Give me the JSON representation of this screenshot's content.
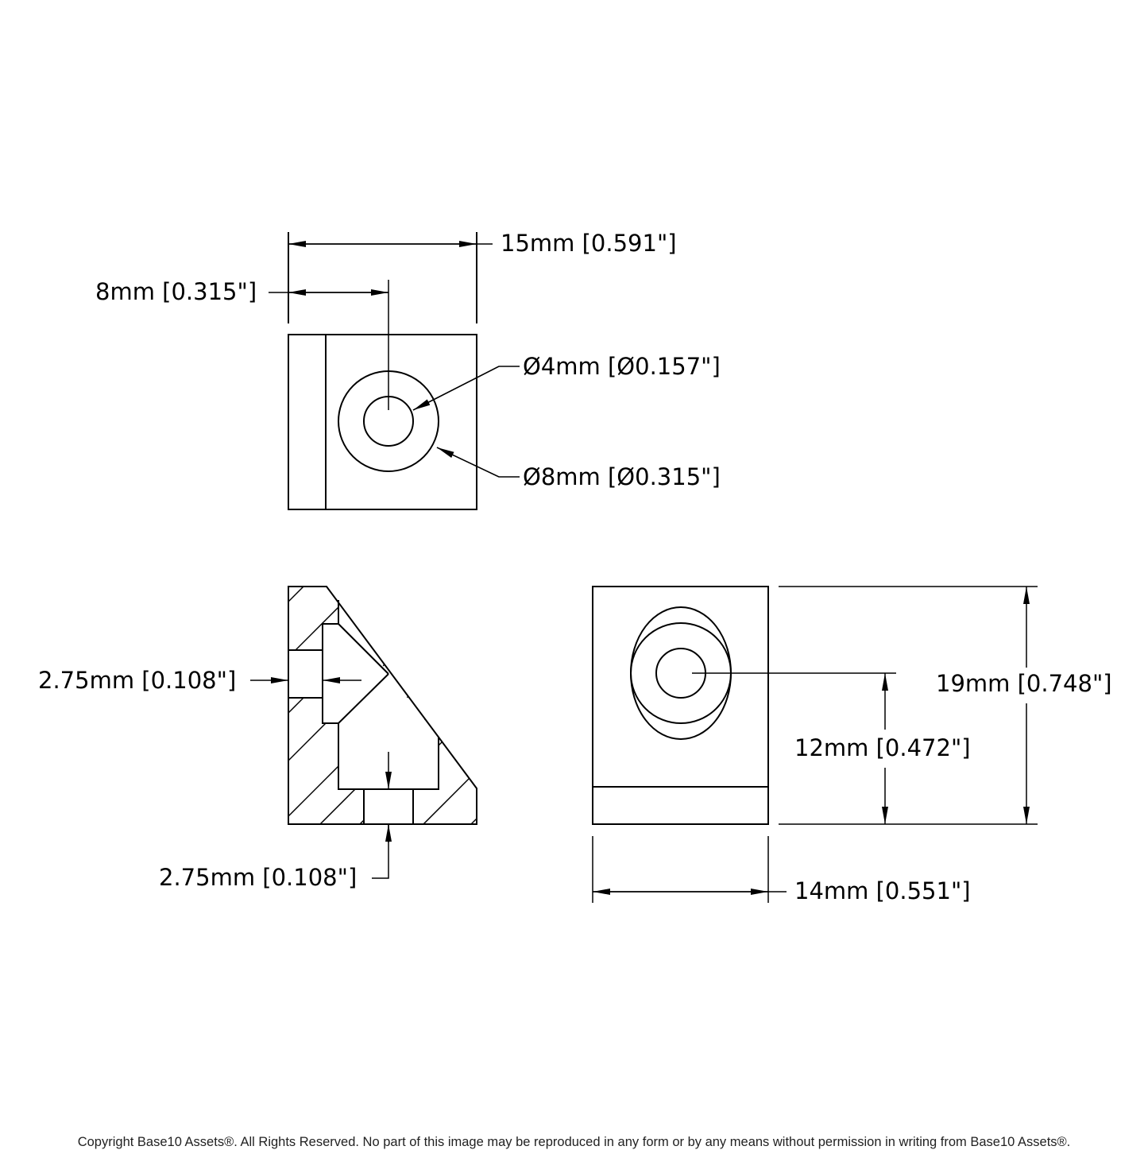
{
  "drawing": {
    "top_view": {
      "overall_width": "15mm [0.591\"]",
      "hole_offset": "8mm [0.315\"]",
      "inner_hole_diameter": "Ø4mm [Ø0.157\"]",
      "counterbore_diameter": "Ø8mm [Ø0.315\"]"
    },
    "section_view": {
      "side_wall_thickness": "2.75mm [0.108\"]",
      "bottom_wall_thickness": "2.75mm [0.108\"]"
    },
    "side_view": {
      "overall_height": "19mm [0.748\"]",
      "hole_height": "12mm [0.472\"]",
      "overall_width": "14mm [0.551\"]"
    }
  },
  "footer": {
    "copyright": "Copyright Base10 Assets®.  All Rights Reserved. No part of this image may be reproduced in any form or by any means without permission in writing from Base10 Assets®."
  },
  "colors": {
    "line": "#000000",
    "background": "#ffffff"
  }
}
